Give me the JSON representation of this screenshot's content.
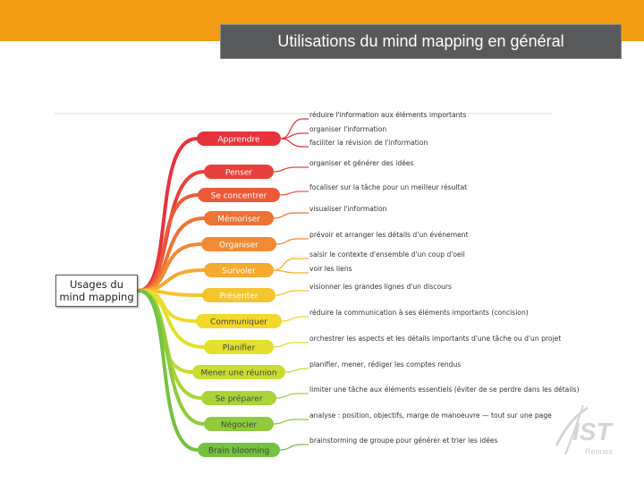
{
  "header": {
    "title": "Utilisations du mind mapping en général",
    "accent_color": "#f39c12",
    "title_bg": "#58595b"
  },
  "center": {
    "line1": "Usages du",
    "line2": "mind mapping"
  },
  "branches": [
    {
      "label": "Apprendre",
      "color": "#e8323c",
      "text_color": "#ffffff",
      "descs": [
        "réduire l'information aux éléments importants",
        "organiser l'information",
        "faciliter la révision de l'information"
      ]
    },
    {
      "label": "Penser",
      "color": "#e8413a",
      "text_color": "#ffffff",
      "descs": [
        "organiser et générer des idées"
      ]
    },
    {
      "label": "Se concentrer",
      "color": "#ec5a38",
      "text_color": "#ffffff",
      "descs": [
        "focaliser sur la tâche pour un meilleur résultat"
      ]
    },
    {
      "label": "Mémoriser",
      "color": "#ef7236",
      "text_color": "#ffffff",
      "descs": [
        "visualiser l'information"
      ]
    },
    {
      "label": "Organiser",
      "color": "#f28a34",
      "text_color": "#ffffff",
      "descs": [
        "prévoir et arranger les détails d'un événement"
      ]
    },
    {
      "label": "Survoler",
      "color": "#f6aa30",
      "text_color": "#ffffff",
      "descs": [
        "saisir le contexte d'ensemble d'un coup d'oeil",
        "voir les liens"
      ]
    },
    {
      "label": "Présenter",
      "color": "#f6c42e",
      "text_color": "#ffffff",
      "descs": [
        "visionner les grandes lignes d'un discours"
      ]
    },
    {
      "label": "Communiquer",
      "color": "#f2d92c",
      "text_color": "#444444",
      "descs": [
        "réduire la communication à ses éléments importants (concision)"
      ]
    },
    {
      "label": "Planifier",
      "color": "#e3e02e",
      "text_color": "#444444",
      "descs": [
        "orchestrer les aspects et les détails importants d'une tâche ou d'un projet"
      ]
    },
    {
      "label": "Mener une réunion",
      "color": "#c9dc32",
      "text_color": "#444444",
      "descs": [
        "planifier, mener, rédiger les comptes rendus"
      ]
    },
    {
      "label": "Se préparer",
      "color": "#a9d438",
      "text_color": "#444444",
      "descs": [
        "limiter une tâche aux éléments essentiels (éviter de se perdre dans les détails)"
      ]
    },
    {
      "label": "Négocier",
      "color": "#8fcb3c",
      "text_color": "#444444",
      "descs": [
        "analyse : position, objectifs, marge de manoeuvre — tout sur une page"
      ]
    },
    {
      "label": "Brain blooming",
      "color": "#74c241",
      "text_color": "#444444",
      "descs": [
        "brainstorming de groupe pour générer et trier les idées"
      ]
    }
  ],
  "logo": {
    "text": "IST",
    "subtext": "Rennes"
  }
}
